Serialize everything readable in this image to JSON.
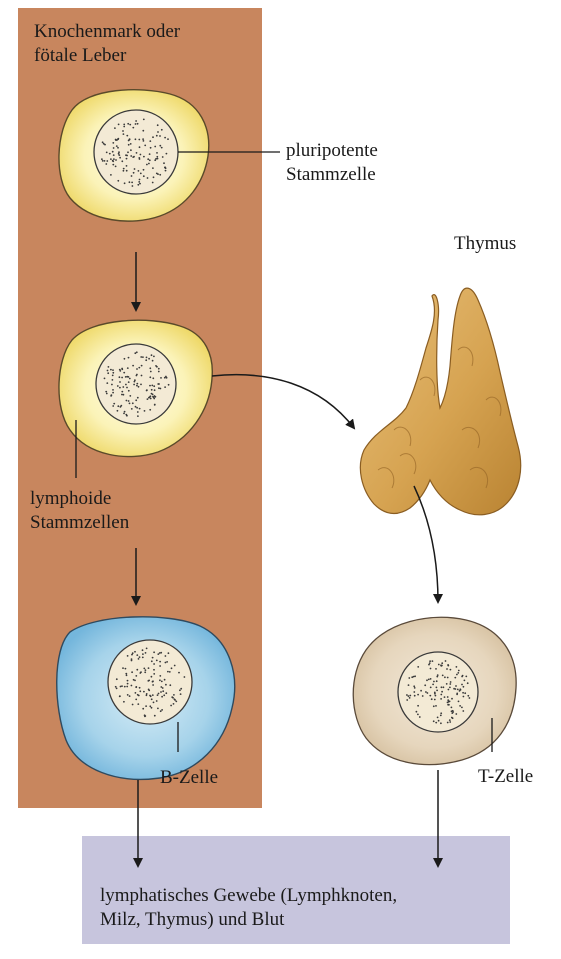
{
  "labels": {
    "bone_marrow": {
      "line1": "Knochenmark oder",
      "line2": "fötale Leber"
    },
    "pluripotent": {
      "line1": "pluripotente",
      "line2": "Stammzelle"
    },
    "thymus": "Thymus",
    "lymphoid": {
      "line1": "lymphoide",
      "line2": "Stammzellen"
    },
    "b_cell": "B-Zelle",
    "t_cell": "T-Zelle",
    "output": {
      "line1": "lymphatisches Gewebe (Lymphknoten,",
      "line2": "Milz, Thymus) und Blut"
    }
  },
  "colors": {
    "bone_marrow_panel": "#c8865e",
    "output_panel": "#c7c5dd",
    "stem_cell_fill": "#f7ec9a",
    "b_cell_fill": "#9ccde6",
    "t_cell_fill": "#e6d6bd",
    "thymus_fill": "#d9a855",
    "nucleus_fill": "#f3ead5"
  }
}
